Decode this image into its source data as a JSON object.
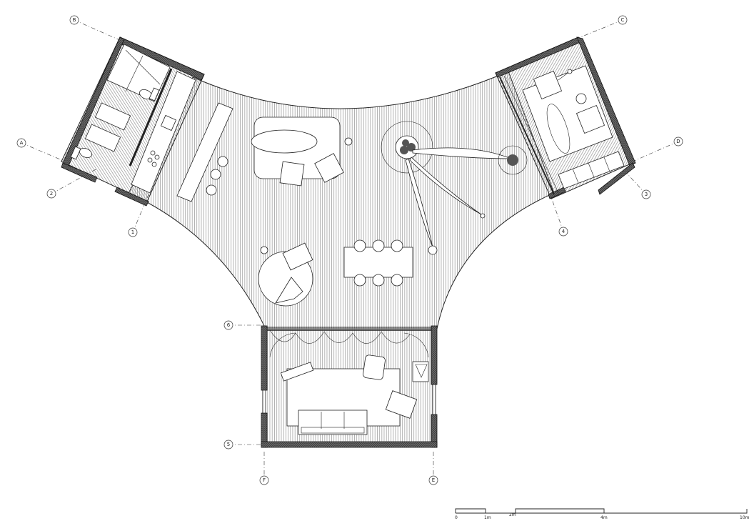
{
  "drawing": {
    "type": "architectural floor plan",
    "grid_labels": {
      "B": "B",
      "C": "C",
      "A": "A",
      "D": "D",
      "n2": "2",
      "n3": "3",
      "n1": "1",
      "n4": "4",
      "n6": "6",
      "n5": "5",
      "F": "F",
      "E": "E"
    },
    "scale_bar": {
      "t0": "0",
      "t1": "1m",
      "t2": "2m",
      "t4": "4m",
      "t10": "10m"
    }
  }
}
